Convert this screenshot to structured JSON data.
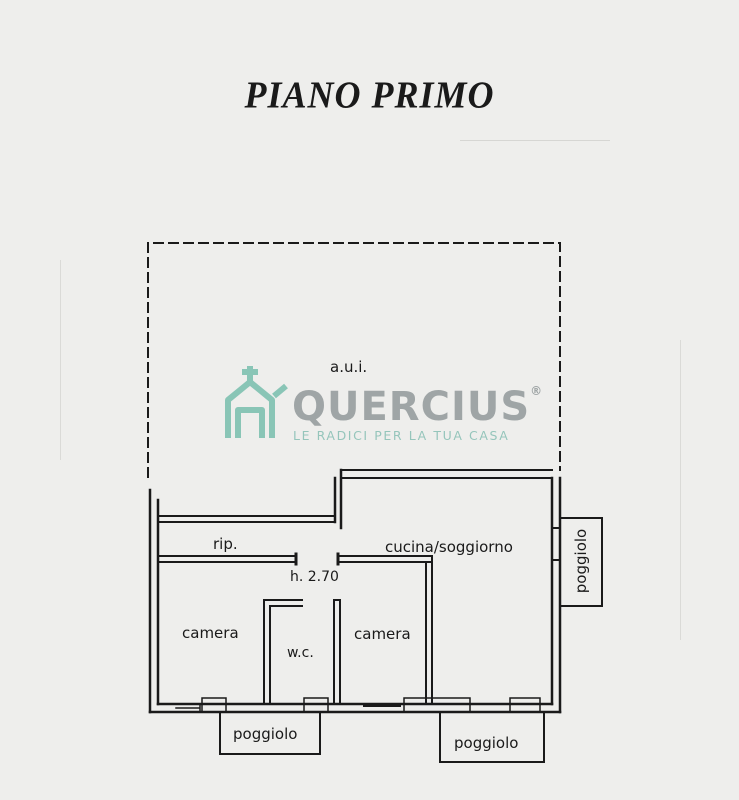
{
  "plan": {
    "title": "PIANO PRIMO",
    "rooms": {
      "aui": "a.u.i.",
      "rip": "rip.",
      "kitchen_living": "cucina/soggiorno",
      "camera_left": "camera",
      "camera_right": "camera",
      "wc": "w.c.",
      "height": "h. 2.70"
    },
    "balconies": {
      "bottom_left": "poggiolo",
      "bottom_right": "poggiolo",
      "right_side": "poggiolo"
    }
  },
  "watermark": {
    "brand": "QUERCIUS",
    "registered": "®",
    "tagline": "LE RADICI PER LA TUA CASA",
    "icon": "house-tree-icon",
    "colors": {
      "icon": "#5fb4a0",
      "brand": "#6a7278",
      "tagline": "#5aaa9b"
    }
  }
}
